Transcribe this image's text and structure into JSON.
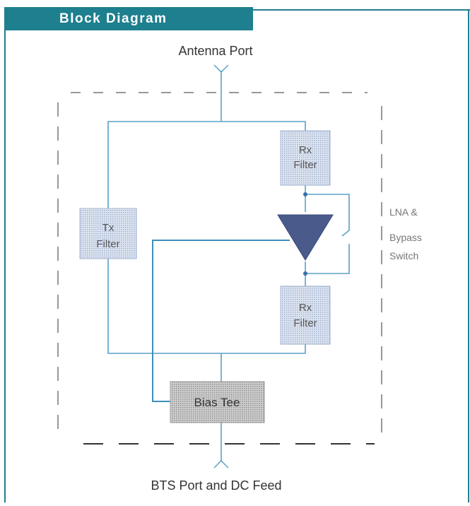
{
  "header": {
    "title": "Block Diagram"
  },
  "labels": {
    "antenna_port": "Antenna Port",
    "bts_port": "BTS Port and DC Feed",
    "lna_line1": "LNA &",
    "lna_line2": "Bypass",
    "lna_line3": "Switch"
  },
  "blocks": {
    "rx_filter_top": {
      "line1": "Rx",
      "line2": "Filter"
    },
    "tx_filter": {
      "line1": "Tx",
      "line2": "Filter"
    },
    "rx_filter_bottom": {
      "line1": "Rx",
      "line2": "Filter"
    },
    "bias_tee": {
      "label": "Bias Tee"
    }
  },
  "colors": {
    "frame": "#1e7f8e",
    "signal_line": "#5aa0c8",
    "filter_fill": "#c7d3e6",
    "bias_tee_fill": "#c9c9c9",
    "amplifier": "#4a5a8a",
    "enclosure_dash": "#444444"
  }
}
